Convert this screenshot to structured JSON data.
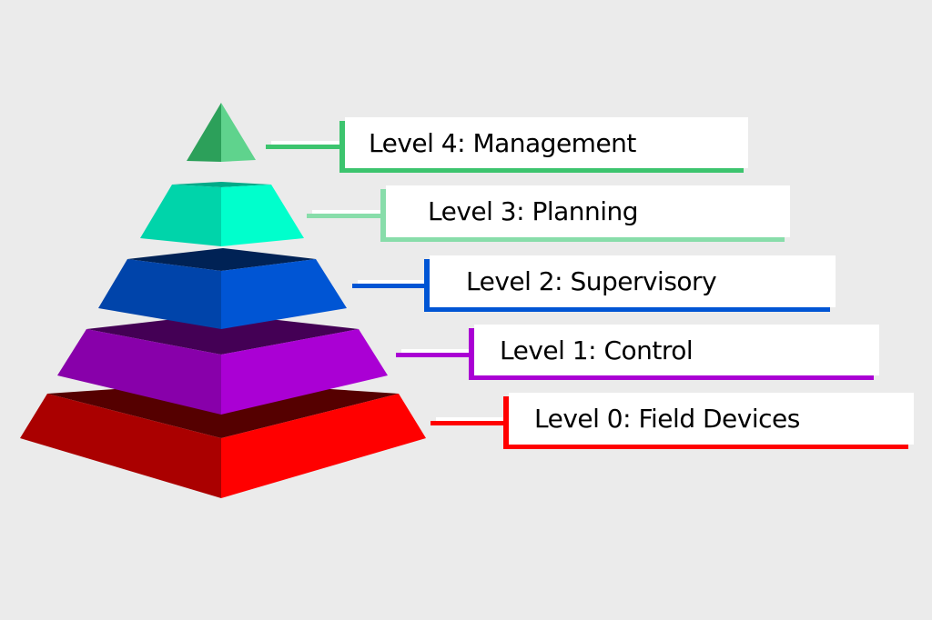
{
  "title": "Automation Pyramid",
  "levels": [
    {
      "label": "Level 4: Management",
      "color": "#3cc46e"
    },
    {
      "label": "Level 3: Planning",
      "color": "#88ddaa"
    },
    {
      "label": "Level 2: Supervisory",
      "color": "#0055d4"
    },
    {
      "label": "Level 1: Control",
      "color": "#aa00d4"
    },
    {
      "label": "Level 0: Field Devices",
      "color": "#ff0000"
    }
  ]
}
